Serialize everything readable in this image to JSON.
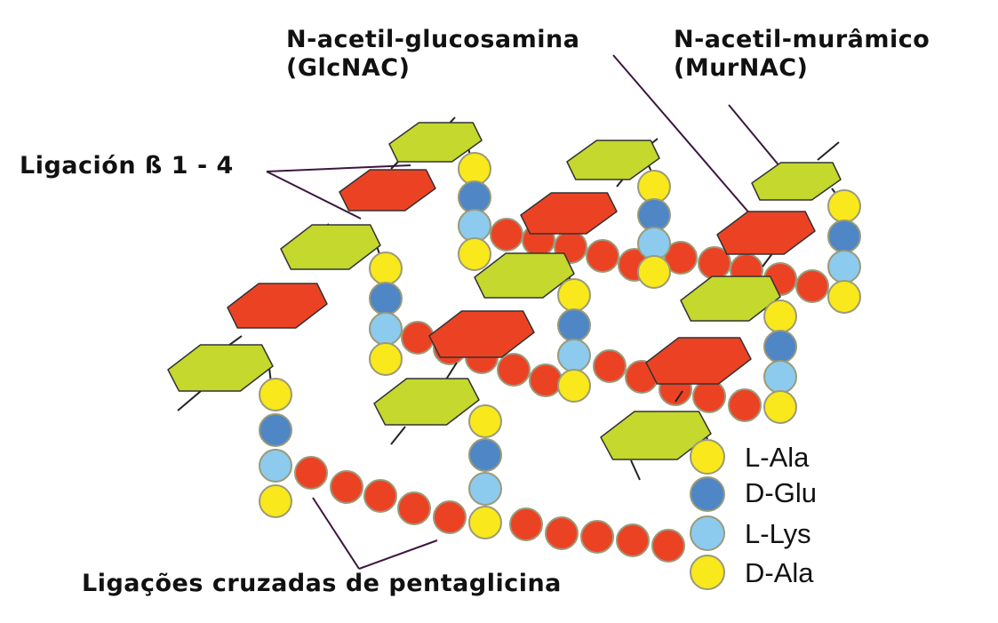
{
  "labels": {
    "glcnac_line1": "N-acetil-glucosamina",
    "glcnac_line2": "(GlcNAC)",
    "murnac_line1": "N-acetil-murâmico",
    "murnac_line2": "(MurNAC)",
    "beta_link": "Ligación ß 1 - 4",
    "crosslinks": "Ligações cruzadas de pentaglicina"
  },
  "legend": {
    "items": [
      {
        "label": "L-Ala",
        "color": "#f8e81c"
      },
      {
        "label": "D-Glu",
        "color": "#4f86c6"
      },
      {
        "label": "L-Lys",
        "color": "#8ccbee"
      },
      {
        "label": "D-Ala",
        "color": "#f8e81c"
      }
    ]
  },
  "colors": {
    "glcnac": "#c4d82d",
    "murnac": "#ec4224",
    "glycine": "#ec4224",
    "l_ala": "#f8e81c",
    "d_glu": "#4f86c6",
    "l_lys": "#8ccbee",
    "d_ala": "#f8e81c",
    "outline": "#9a9a7a",
    "pointer_line": "#3d1640"
  }
}
